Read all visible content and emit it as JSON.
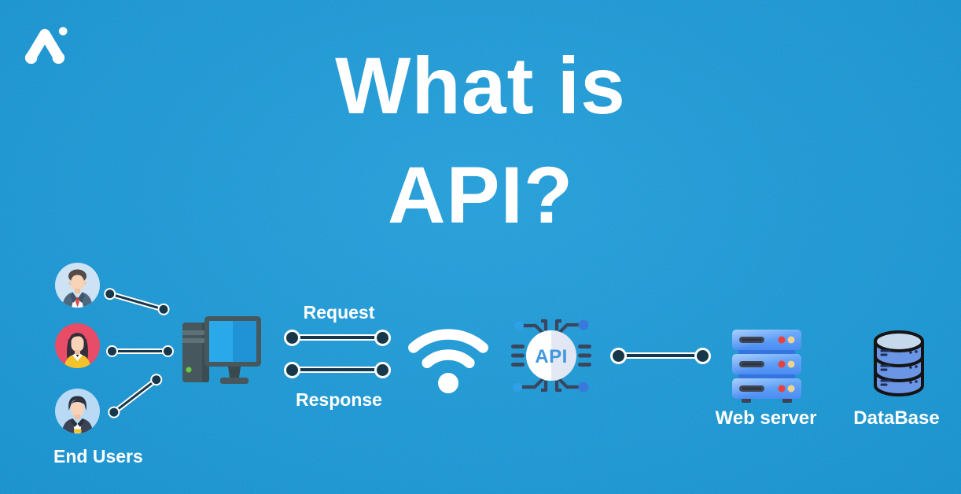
{
  "colors": {
    "background": "#1a99d7",
    "title": "#ffffff",
    "label": "#ffffff",
    "connector": "#17384a",
    "connector-ring": "#ffffff",
    "api-text": "#3f97e0"
  },
  "brand": {
    "icon": "headset-logo-icon"
  },
  "title": {
    "line1": "What is",
    "line2": "API?"
  },
  "nodes": {
    "end_users": {
      "label": "End Users",
      "avatars": [
        "businessman-avatar-icon",
        "woman-avatar-icon",
        "young-man-avatar-icon"
      ]
    },
    "computer": {
      "icon": "desktop-computer-icon"
    },
    "request": {
      "label": "Request"
    },
    "response": {
      "label": "Response"
    },
    "wifi": {
      "icon": "wifi-icon"
    },
    "api_chip": {
      "icon": "api-chip-icon",
      "label": "API"
    },
    "web_server": {
      "icon": "web-server-icon",
      "label": "Web server"
    },
    "database": {
      "icon": "database-icon",
      "label": "DataBase"
    }
  }
}
